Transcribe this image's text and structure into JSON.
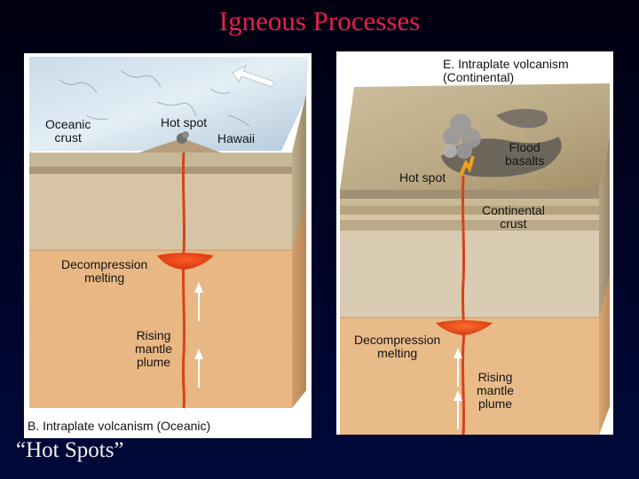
{
  "slide": {
    "title": "Igneous Processes",
    "caption": "“Hot Spots”"
  },
  "oceanic_panel": {
    "caption": "B. Intraplate volcanism (Oceanic)",
    "labels": {
      "oceanic_crust": "Oceanic\ncrust",
      "hot_spot": "Hot spot",
      "hawaii": "Hawaii",
      "decompression_melting": "Decompression\nmelting",
      "rising_mantle_plume": "Rising\nmantle\nplume"
    }
  },
  "continental_panel": {
    "caption": "E. Intraplate volcanism\n(Continental)",
    "labels": {
      "flood_basalts": "Flood\nbasalts",
      "hot_spot": "Hot spot",
      "continental_crust": "Continental\ncrust",
      "decompression_melting": "Decompression\nmelting",
      "rising_mantle_plume": "Rising\nmantle\nplume"
    }
  }
}
